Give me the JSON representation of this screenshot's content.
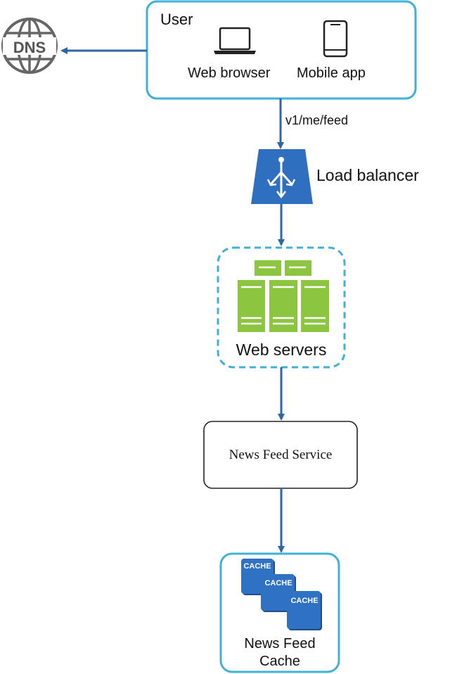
{
  "user_box": {
    "title": "User",
    "web_browser_label": "Web browser",
    "mobile_app_label": "Mobile app",
    "laptop_icon": "laptop-icon",
    "phone_icon": "smartphone-icon"
  },
  "dns": {
    "label": "DNS",
    "icon": "globe-icon"
  },
  "edges": {
    "user_to_lb_label": "v1/me/feed"
  },
  "load_balancer": {
    "label": "Load balancer",
    "icon": "load-balancer-icon"
  },
  "web_servers": {
    "label": "Web servers",
    "icon": "server-rack-icon"
  },
  "news_feed_service": {
    "label": "News Feed Service"
  },
  "news_feed_cache": {
    "label_line1": "News Feed",
    "label_line2": "Cache",
    "cache_labels": [
      "CACHE",
      "CACHE",
      "CACHE"
    ]
  },
  "colors": {
    "box_border": "#3fb1d8",
    "arrow": "#2f64a6",
    "load_balancer": "#2e6fbf",
    "server_green": "#8cc540",
    "cache_blue": "#2f72c4",
    "dns_gray": "#666666"
  }
}
